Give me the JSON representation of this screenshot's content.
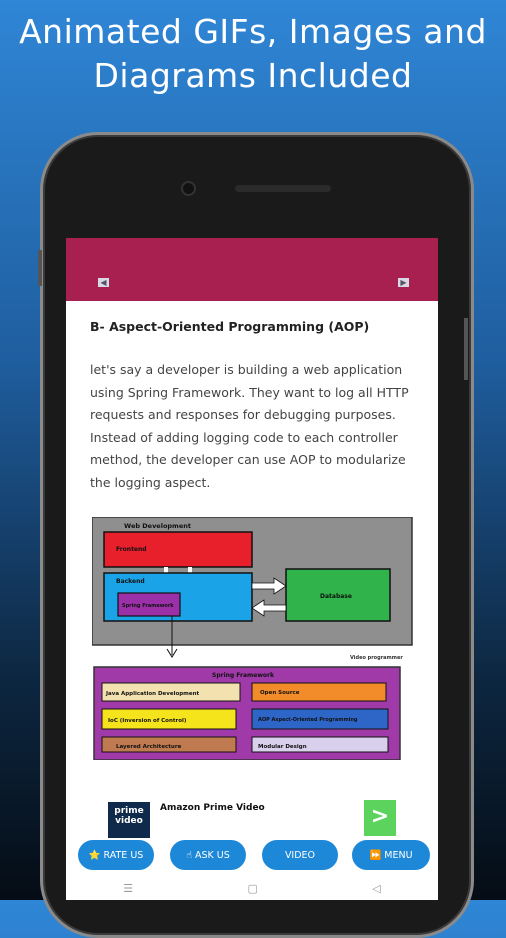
{
  "headline": {
    "line1": "Animated GIFs, Images and",
    "line2": "Diagrams Included"
  },
  "appbar": {
    "back_icon": "arrow-left-icon",
    "forward_icon": "arrow-right-icon"
  },
  "article": {
    "title": "B- Aspect-Oriented Programming (AOP)",
    "paragraph": "let's say a developer is building a web application using Spring Framework. They want to log all HTTP requests and responses for debugging purposes. Instead of adding logging code to each controller method, the developer can use AOP to modularize the logging aspect."
  },
  "diagram": {
    "web_dev_label": "Web Development",
    "frontend_label": "Frontend",
    "backend_label": "Backend",
    "spring_fw_box": "Spring Framework",
    "database_label": "Database",
    "watermark": "Video programmer",
    "spring_title": "Spring Framework",
    "items": [
      "Java Application Development",
      "Open Source",
      "IoC (Inversion of Control)",
      "AOP Aspect-Oriented Programming",
      "Layered Architecture",
      "Modular Design"
    ],
    "colors": {
      "outer_bg": "#8f8f8f",
      "frontend": "#e8202c",
      "backend": "#1aa3e6",
      "spring_small": "#9b30a8",
      "database": "#2fb34a",
      "spring_bg": "#a03aa8",
      "item_cream": "#f3e2b0",
      "item_orange": "#f28b2a",
      "item_yellow": "#f5e31b",
      "item_blue": "#2e66c7",
      "item_brown": "#c07a50",
      "item_lilac": "#d8d0ec"
    }
  },
  "ad": {
    "logo_text": "prime video",
    "title": "Amazon Prime Video",
    "cta_icon": "chevron-right-icon"
  },
  "buttons": {
    "rate": "⭐ RATE US",
    "ask": "☝ ASK US",
    "video": "VIDEO",
    "menu": "⏩ MENU"
  },
  "system_nav": {
    "recents": "☰",
    "home": "▢",
    "back": "◁"
  }
}
